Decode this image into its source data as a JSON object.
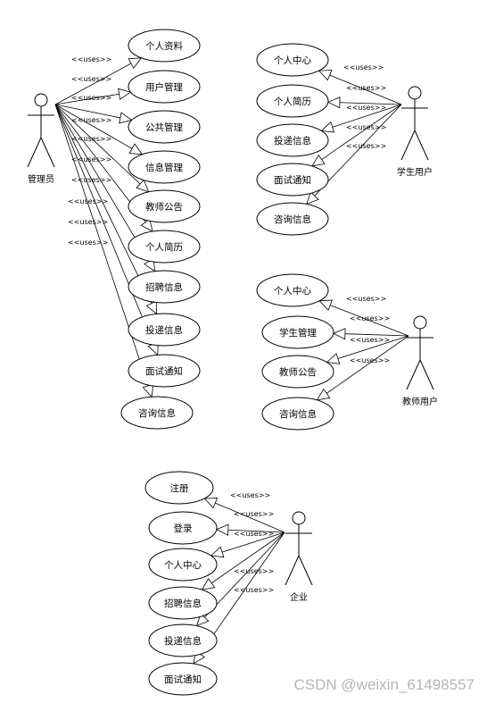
{
  "stereotype": "<<uses>>",
  "watermark": "CSDN @weixin_61498557",
  "groups": [
    {
      "actor": "管理员",
      "usecases": [
        "个人资料",
        "用户管理",
        "公共管理",
        "信息管理",
        "教师公告",
        "个人简历",
        "招聘信息",
        "投递信息",
        "面试通知",
        "咨询信息"
      ]
    },
    {
      "actor": "学生用户",
      "usecases": [
        "个人中心",
        "个人简历",
        "投递信息",
        "面试通知",
        "咨询信息"
      ]
    },
    {
      "actor": "教师用户",
      "usecases": [
        "个人中心",
        "学生管理",
        "教师公告",
        "咨询信息"
      ]
    },
    {
      "actor": "企业",
      "usecases": [
        "注册",
        "登录",
        "个人中心",
        "招聘信息",
        "投递信息",
        "面试通知"
      ]
    }
  ]
}
